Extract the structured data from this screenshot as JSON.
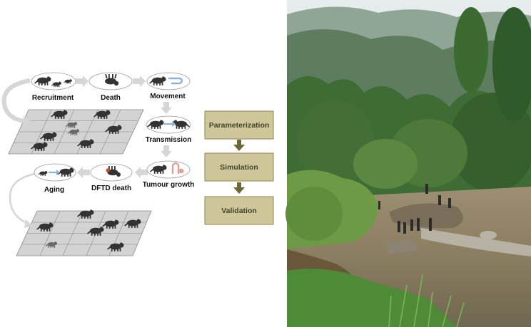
{
  "model_stages": {
    "recruitment": "Recruitment",
    "death": "Death",
    "movement": "Movement",
    "transmission": "Transmission",
    "tumour_growth": "Tumour growth",
    "dftd_death": "DFTD death",
    "aging": "Aging"
  },
  "workflow_steps": [
    "Parameterization",
    "Simulation",
    "Validation"
  ],
  "colors": {
    "grid_fill": "#d3d3d3",
    "step_box_fill": "#cfc799",
    "step_box_border": "#8e8650",
    "step_text": "#44432b",
    "arrow": "#d6d6d6",
    "step_arrow": "#6c6736",
    "oval_border": "#9b9b9b",
    "tumour": "#e0a09a",
    "animal": "#333333"
  },
  "icons": [
    "devil-silhouette-icon",
    "dead-devil-icon",
    "transmission-arrow-icon",
    "tumour-icon",
    "aging-arrow-icon",
    "forest-river-photo"
  ]
}
